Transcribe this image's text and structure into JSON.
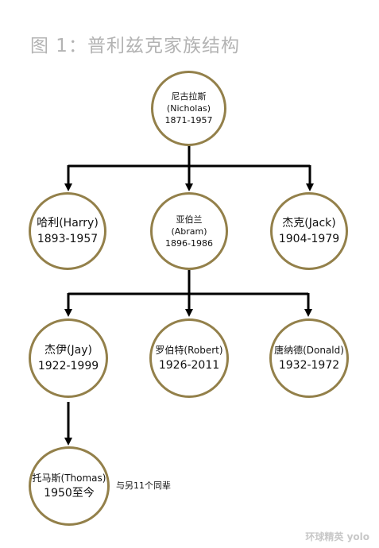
{
  "title": "图 1：普利兹克家族结构",
  "watermark": "环球精英 yolo",
  "nodes": {
    "nicholas": {
      "name": "尼古拉斯",
      "sub": "(Nicholas)",
      "years": "1871-1957"
    },
    "harry": {
      "name": "哈利(Harry)",
      "years": "1893-1957"
    },
    "abram": {
      "name": "亚伯兰",
      "sub": "(Abram)",
      "years": "1896-1986"
    },
    "jack": {
      "name": "杰克(Jack)",
      "years": "1904-1979"
    },
    "jay": {
      "name": "杰伊(Jay)",
      "years": "1922-1999"
    },
    "robert": {
      "name": "罗伯特(Robert)",
      "years": "1926-2011"
    },
    "donald": {
      "name": "唐纳德(Donald)",
      "years": "1932-1972"
    },
    "thomas": {
      "name": "托马斯(Thomas)",
      "years": "1950至今"
    }
  },
  "note": "与另11个同辈",
  "colors": {
    "ring": "#93804a",
    "line": "#000000",
    "title": "#b3b3b3"
  }
}
